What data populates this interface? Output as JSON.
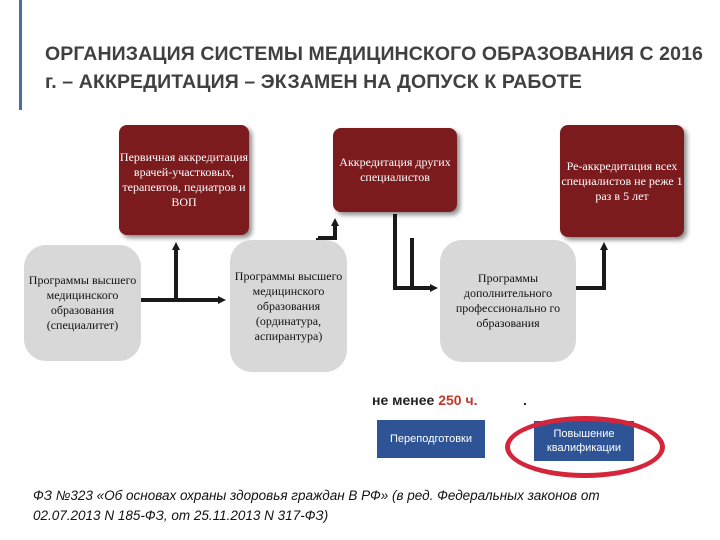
{
  "title": "ОРГАНИЗАЦИЯ СИСТЕМЫ МЕДИЦИНСКОГО ОБРАЗОВАНИЯ С 2016 г. – АККРЕДИТАЦИЯ – ЭКЗАМЕН НА ДОПУСК К РАБОТЕ",
  "accreditation": {
    "primary": "Первичная аккредитация врачей-участковых, терапевтов, педиатров и ВОП",
    "other": "Аккредитация других специалистов",
    "re": "Ре-аккредитация всех специалистов не реже 1 раз в 5 лет"
  },
  "programs": {
    "specialist": "Программы высшего медицинского образования (специалитет)",
    "residency": "Программы высшего медицинского образования (ординатура, аспирантура)",
    "additional": "Программы дополнительного профессиональнo го образования"
  },
  "hours": {
    "prefix": "не менее",
    "value": "250 ч.",
    "dot": "."
  },
  "courses": {
    "retraining": "Переподготовки",
    "qualification": "Повышение квалификации"
  },
  "footer": "ФЗ №323 «Об основах охраны здоровья граждан В РФ» (в ред. Федеральных законов от 02.07.2013 N 185-ФЗ, от 25.11.2013 N 317-ФЗ)",
  "colors": {
    "accreditation_box": "#7b1b1e",
    "program_box": "#d8d8d8",
    "course_box": "#2f5496",
    "highlight_oval": "#d4253b"
  }
}
